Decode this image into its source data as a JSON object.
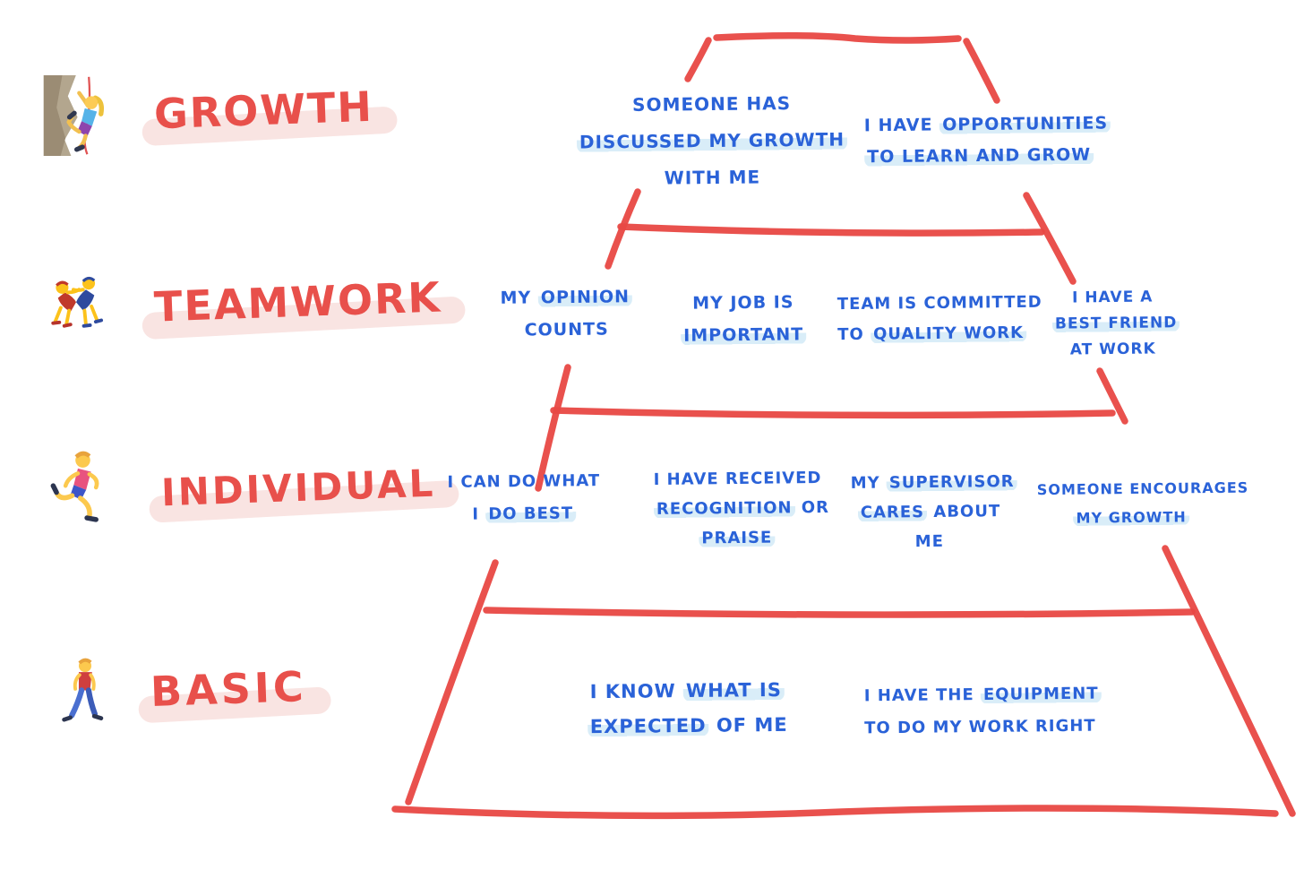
{
  "title": "Engagement pyramid (hand-drawn)",
  "colors": {
    "background": "#ffffff",
    "pyramid_stroke": "#e84843",
    "level_label": "#e8504b",
    "level_label_highlight": "#f9e4e2",
    "statement_text": "#2a62d8",
    "statement_highlight": "#d9edf8"
  },
  "pyramid": {
    "levels": [
      {
        "id": "growth",
        "label": "GROWTH",
        "icon": "woman-climbing-emoji",
        "statements": [
          {
            "id": "g1",
            "lines": [
              [
                {
                  "t": "SOMEONE HAS",
                  "h": false
                }
              ],
              [
                {
                  "t": "DISCUSSED MY GROWTH",
                  "h": true
                }
              ],
              [
                {
                  "t": "WITH ME",
                  "h": false
                }
              ]
            ]
          },
          {
            "id": "g2",
            "lines": [
              [
                {
                  "t": "I HAVE ",
                  "h": false
                },
                {
                  "t": "OPPORTUNITIES",
                  "h": true
                }
              ],
              [
                {
                  "t": "TO LEARN AND GROW",
                  "h": true
                }
              ]
            ]
          }
        ]
      },
      {
        "id": "teamwork",
        "label": "TEAMWORK",
        "icon": "wrestlers-emoji",
        "statements": [
          {
            "id": "t1",
            "lines": [
              [
                {
                  "t": "MY ",
                  "h": false
                },
                {
                  "t": "OPINION",
                  "h": true
                }
              ],
              [
                {
                  "t": "COUNTS",
                  "h": false
                }
              ]
            ]
          },
          {
            "id": "t2",
            "lines": [
              [
                {
                  "t": "MY JOB IS",
                  "h": false
                }
              ],
              [
                {
                  "t": "IMPORTANT",
                  "h": true
                }
              ]
            ]
          },
          {
            "id": "t3",
            "lines": [
              [
                {
                  "t": "TEAM IS COMMITTED",
                  "h": false
                }
              ],
              [
                {
                  "t": "TO ",
                  "h": false
                },
                {
                  "t": "QUALITY WORK",
                  "h": true
                }
              ]
            ]
          },
          {
            "id": "t4",
            "lines": [
              [
                {
                  "t": "I HAVE A",
                  "h": false
                }
              ],
              [
                {
                  "t": "BEST FRIEND",
                  "h": true
                }
              ],
              [
                {
                  "t": "AT WORK",
                  "h": false
                }
              ]
            ]
          }
        ]
      },
      {
        "id": "individual",
        "label": "INDIVIDUAL",
        "icon": "man-running-emoji",
        "statements": [
          {
            "id": "i1",
            "lines": [
              [
                {
                  "t": "I CAN DO WHAT",
                  "h": false
                }
              ],
              [
                {
                  "t": "I ",
                  "h": false
                },
                {
                  "t": "DO BEST",
                  "h": true
                }
              ]
            ]
          },
          {
            "id": "i2",
            "lines": [
              [
                {
                  "t": "I HAVE RECEIVED",
                  "h": false
                }
              ],
              [
                {
                  "t": "RECOGNITION",
                  "h": true
                },
                {
                  "t": " OR",
                  "h": false
                }
              ],
              [
                {
                  "t": "PRAISE",
                  "h": true
                }
              ]
            ]
          },
          {
            "id": "i3",
            "lines": [
              [
                {
                  "t": "MY ",
                  "h": false
                },
                {
                  "t": "SUPERVISOR",
                  "h": true
                }
              ],
              [
                {
                  "t": "CARES",
                  "h": true
                },
                {
                  "t": " ABOUT",
                  "h": false
                }
              ],
              [
                {
                  "t": "ME",
                  "h": false
                }
              ]
            ]
          },
          {
            "id": "i4",
            "lines": [
              [
                {
                  "t": "SOMEONE ENCOURAGES",
                  "h": false
                }
              ],
              [
                {
                  "t": "MY GROWTH",
                  "h": true
                }
              ]
            ]
          }
        ]
      },
      {
        "id": "basic",
        "label": "BASIC",
        "icon": "man-walking-emoji",
        "statements": [
          {
            "id": "b1",
            "lines": [
              [
                {
                  "t": "I KNOW ",
                  "h": false
                },
                {
                  "t": "WHAT IS",
                  "h": true
                }
              ],
              [
                {
                  "t": "EXPECTED",
                  "h": true
                },
                {
                  "t": " OF ME",
                  "h": false
                }
              ]
            ]
          },
          {
            "id": "b2",
            "lines": [
              [
                {
                  "t": "I HAVE THE ",
                  "h": false
                },
                {
                  "t": "EQUIPMENT",
                  "h": true
                }
              ],
              [
                {
                  "t": "TO DO MY WORK RIGHT",
                  "h": false
                }
              ]
            ]
          }
        ]
      }
    ]
  }
}
